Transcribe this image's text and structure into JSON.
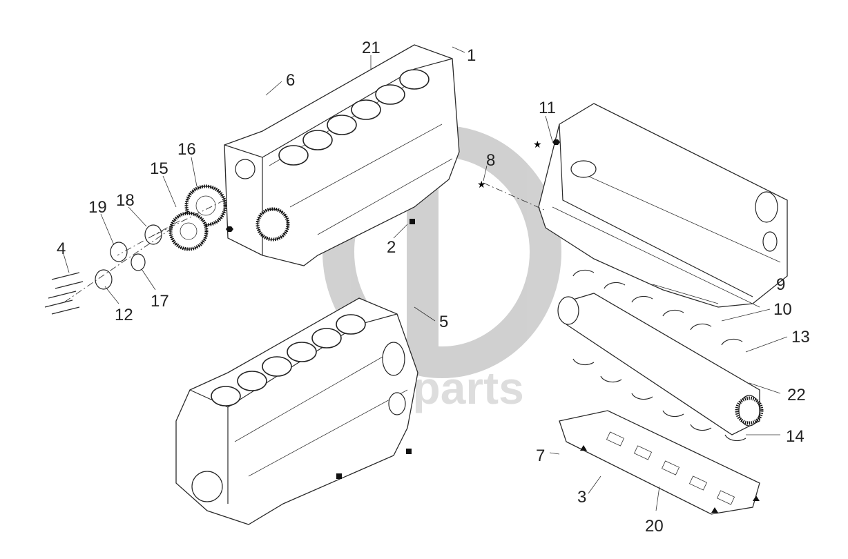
{
  "labels": {
    "p1": "1",
    "p2": "2",
    "p3": "3",
    "p4": "4",
    "p5": "5",
    "p6": "6",
    "p7": "7",
    "p8": "8",
    "p9": "9",
    "p10": "10",
    "p11": "11",
    "p12": "12",
    "p13": "13",
    "p14": "14",
    "p15": "15",
    "p16": "16",
    "p17": "17",
    "p18": "18",
    "p19": "19",
    "p20": "20",
    "p21": "21",
    "p22": "22"
  },
  "watermark": {
    "text": "delta parts"
  },
  "colors": {
    "line": "#2a2a2a",
    "watermark": "#c8c8c8",
    "background": "#ffffff"
  },
  "icons": [
    "star-marker-icon",
    "square-marker-icon",
    "hexagon-marker-icon",
    "triangle-marker-icon"
  ]
}
